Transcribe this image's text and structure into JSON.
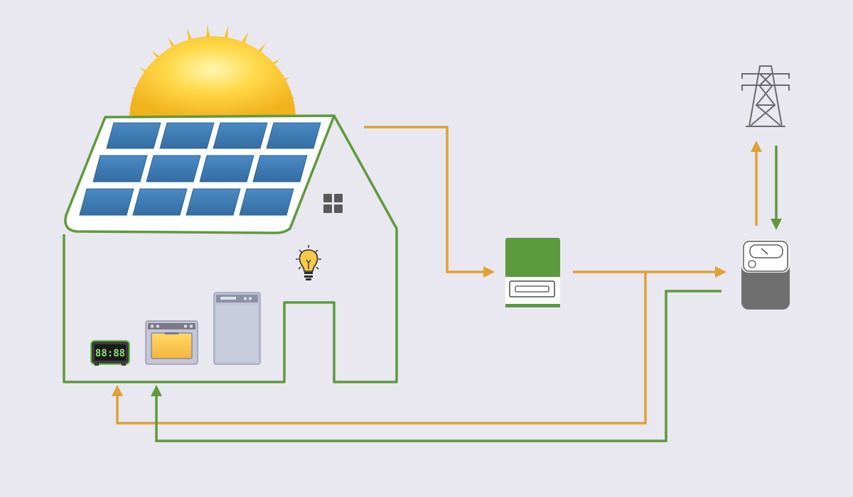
{
  "diagram": {
    "type": "solar-grid-tied-energy-flow",
    "colors": {
      "background": "#e9e7f0",
      "house_outline": "#5e9a3c",
      "solar_flow": "#e0a133",
      "grid_flow": "#5e9a3c",
      "panel_blue": "#3e7db5",
      "sun_yellow": "#f6c21c",
      "inverter_green": "#5c9a3e",
      "meter_gray": "#6f6f6f"
    },
    "elements": {
      "sun": {
        "icon": "sun-icon"
      },
      "solar_panels": {
        "icon": "solar-panel-icon",
        "count": 12
      },
      "house": {
        "icon": "house-icon"
      },
      "window": {
        "icon": "window-icon"
      },
      "light_bulb": {
        "icon": "light-bulb-icon"
      },
      "alarm_clock": {
        "icon": "alarm-clock-icon",
        "display_text": "88:88"
      },
      "oven": {
        "icon": "oven-icon"
      },
      "dishwasher": {
        "icon": "dishwasher-icon"
      },
      "inverter": {
        "icon": "inverter-icon"
      },
      "meter": {
        "icon": "electric-meter-icon"
      },
      "power_pylon": {
        "icon": "power-pylon-icon"
      }
    },
    "flows": [
      {
        "id": "panels-to-inverter",
        "kind": "solar_flow",
        "from": "solar_panels",
        "to": "inverter"
      },
      {
        "id": "inverter-to-meter",
        "kind": "solar_flow",
        "from": "inverter",
        "to": "meter"
      },
      {
        "id": "inverter-to-house",
        "kind": "solar_flow",
        "from": "inverter",
        "to": "house"
      },
      {
        "id": "meter-to-grid",
        "kind": "solar_flow",
        "from": "meter",
        "to": "power_pylon"
      },
      {
        "id": "grid-to-meter",
        "kind": "grid_flow",
        "from": "power_pylon",
        "to": "meter"
      },
      {
        "id": "meter-to-house",
        "kind": "grid_flow",
        "from": "meter",
        "to": "house"
      }
    ]
  }
}
